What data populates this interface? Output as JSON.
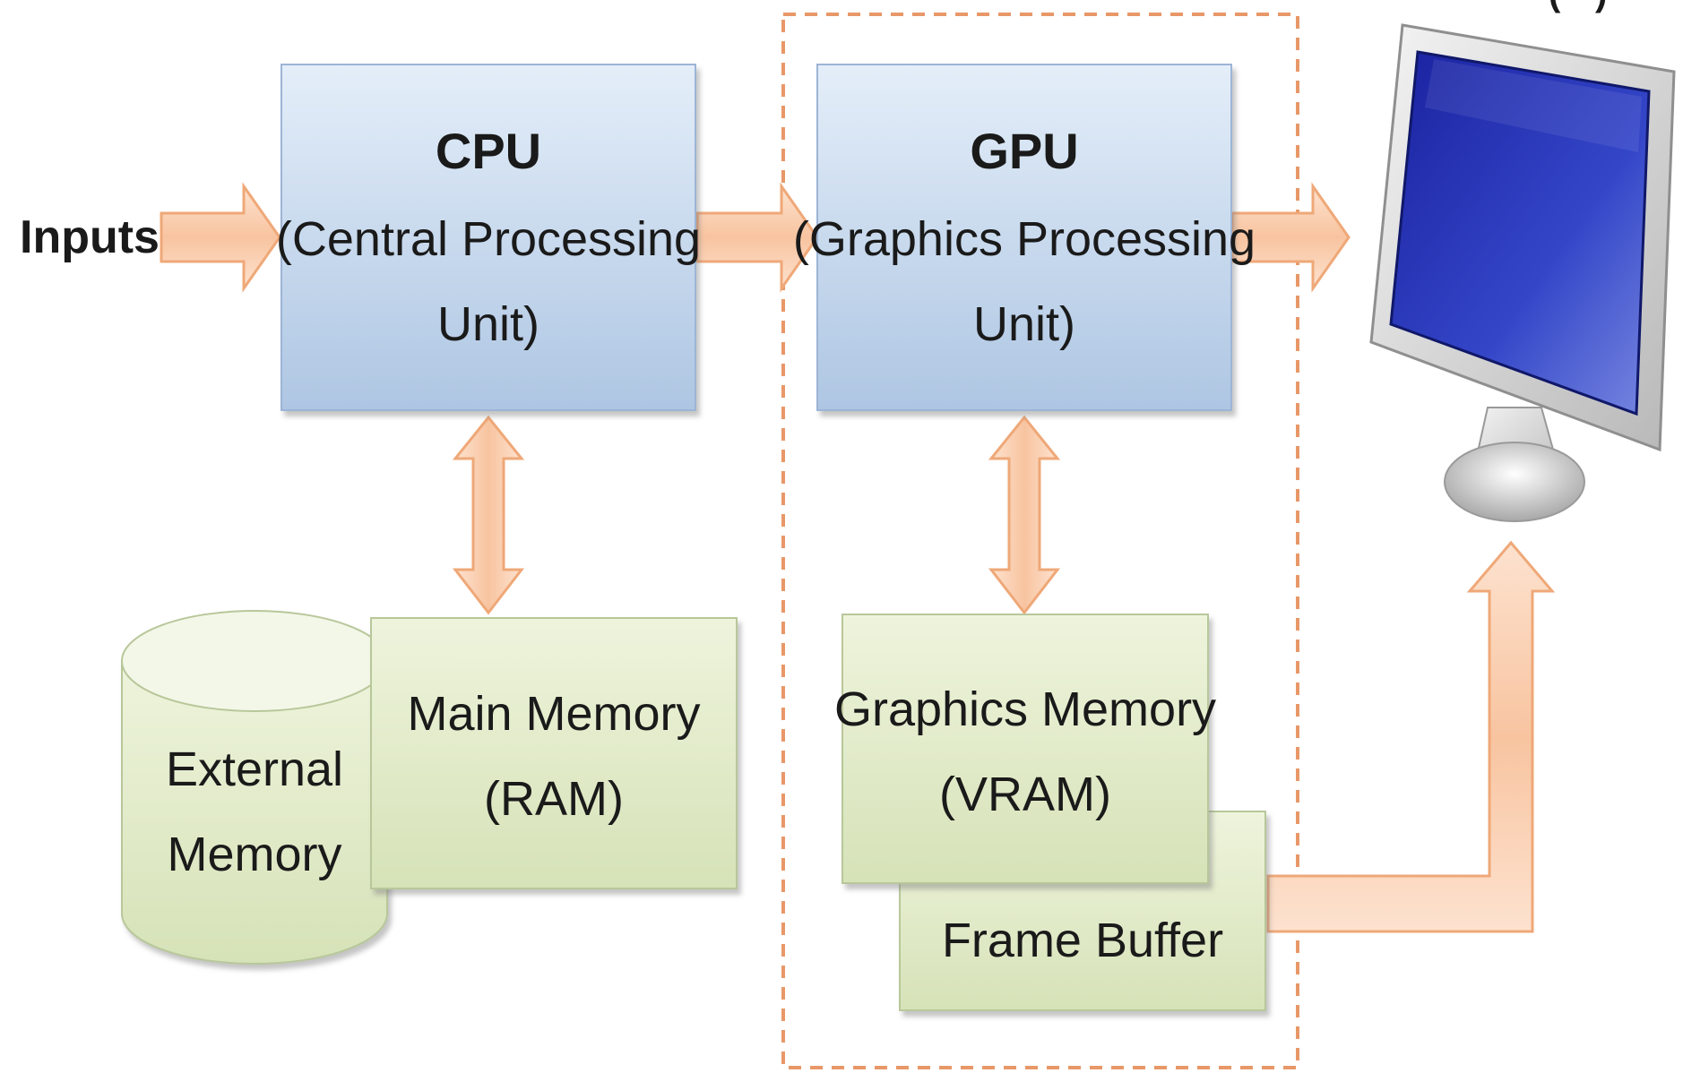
{
  "inputs_label": "Inputs",
  "cpu": {
    "title": "CPU",
    "line1": "(Central Processing",
    "line2": "Unit)"
  },
  "gpu": {
    "title": "GPU",
    "line1": "(Graphics Processing",
    "line2": "Unit)"
  },
  "main_memory": {
    "line1": "Main Memory",
    "line2": "(RAM)"
  },
  "external_memory": {
    "line1": "External",
    "line2": "Memory"
  },
  "graphics_memory": {
    "line1": "Graphics Memory",
    "line2": "(VRAM)"
  },
  "frame_buffer": {
    "label": "Frame Buffer"
  },
  "colors": {
    "arrow_fill": "#f9c9a5",
    "arrow_stroke": "#efa878",
    "cpu_gpu_box": "#b8cfe9",
    "memory_box": "#dfe8c4",
    "dashed_border": "#e89868",
    "screen": "#2233b8"
  }
}
